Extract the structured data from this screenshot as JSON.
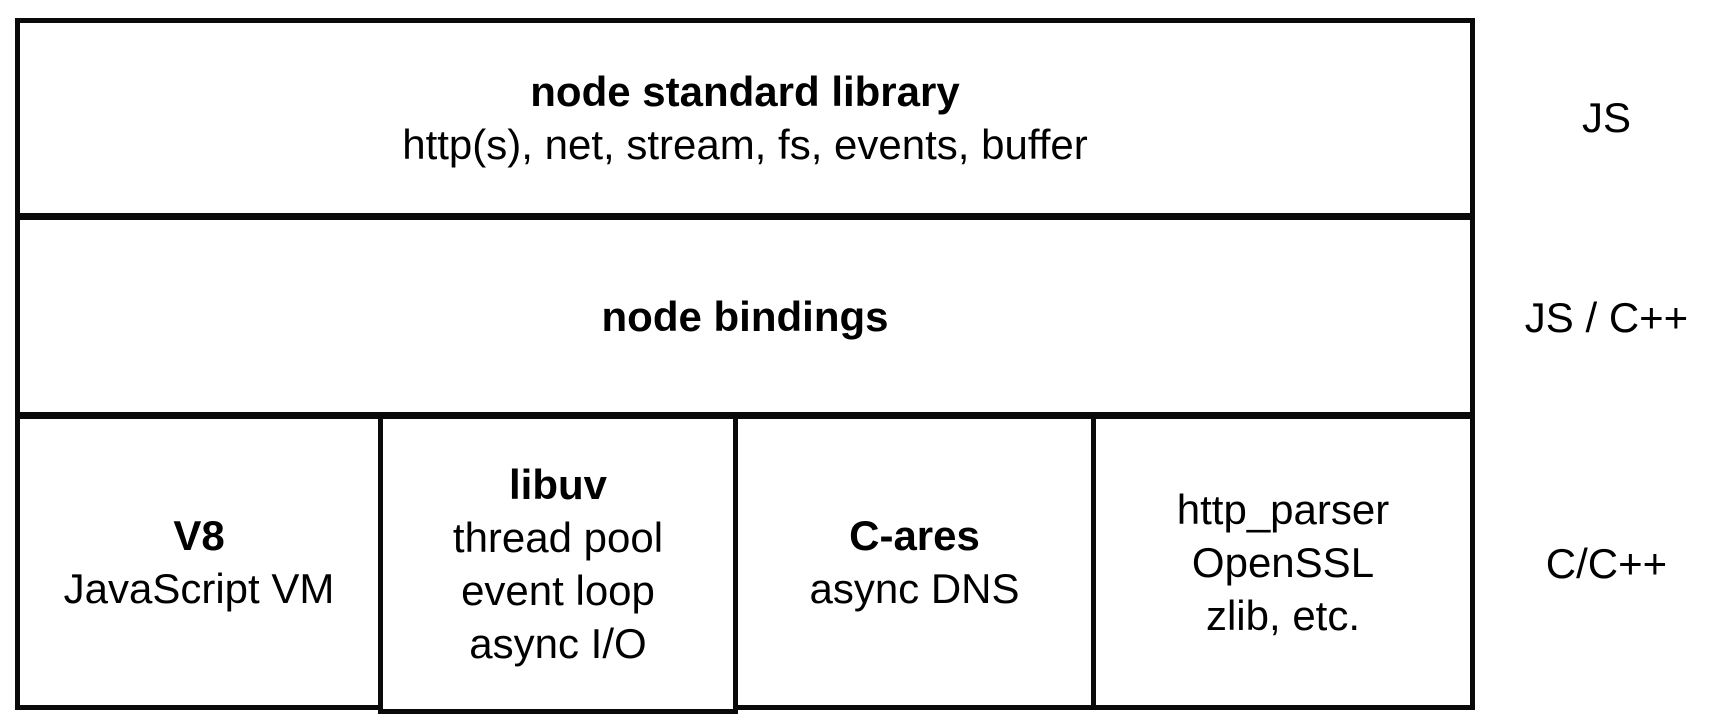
{
  "layers": {
    "standard_library": {
      "title": "node standard library",
      "modules": "http(s), net, stream, fs, events, buffer",
      "language": "JS"
    },
    "bindings": {
      "title": "node bindings",
      "language": "JS / C++"
    },
    "native": {
      "language": "C/C++",
      "cells": [
        {
          "title": "V8",
          "lines": [
            "JavaScript VM"
          ]
        },
        {
          "title": "libuv",
          "lines": [
            "thread pool",
            "event loop",
            "async I/O"
          ]
        },
        {
          "title": "C-ares",
          "lines": [
            "async DNS"
          ]
        },
        {
          "lines": [
            "http_parser",
            "OpenSSL",
            "zlib, etc."
          ]
        }
      ]
    }
  },
  "colors": {
    "border": "#0a0a0a",
    "text": "#000000",
    "background": "#ffffff"
  }
}
